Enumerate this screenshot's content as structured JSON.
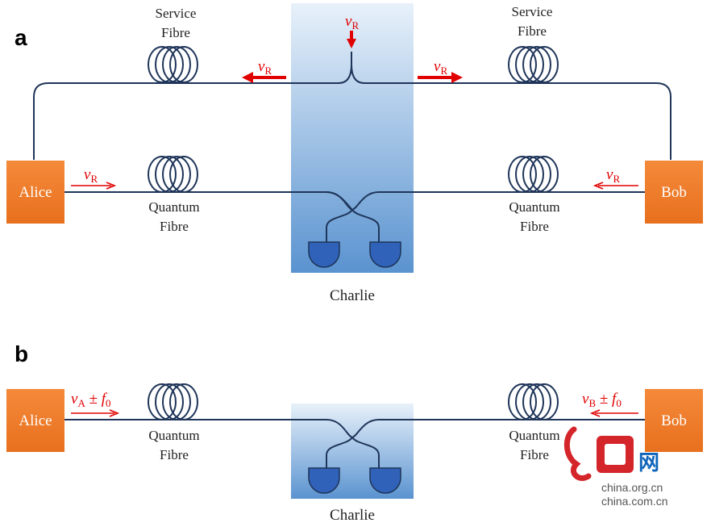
{
  "panel_a": {
    "label": "a",
    "service_fibre_left": [
      "Service",
      "Fibre"
    ],
    "service_fibre_right": [
      "Service",
      "Fibre"
    ],
    "quantum_fibre_left": [
      "Quantum",
      "Fibre"
    ],
    "quantum_fibre_right": [
      "Quantum",
      "Fibre"
    ],
    "alice": "Alice",
    "bob": "Bob",
    "charlie": "Charlie",
    "nu": "ν",
    "nu_sub": "R"
  },
  "panel_b": {
    "label": "b",
    "quantum_fibre_left": [
      "Quantum",
      "Fibre"
    ],
    "quantum_fibre_right": [
      "Quantum",
      "Fibre"
    ],
    "alice": "Alice",
    "bob": "Bob",
    "charlie": "Charlie",
    "alice_freq": {
      "nu": "ν",
      "sub": "A",
      "rest": " ± ",
      "f": "f",
      "fsub": "0"
    },
    "bob_freq": {
      "nu": "ν",
      "sub": "B",
      "rest": " ± ",
      "f": "f",
      "fsub": "0"
    }
  },
  "watermark": {
    "cn": "网",
    "domain1": "china.org.cn",
    "domain2": "china.com.cn"
  },
  "colors": {
    "fibre": "#1f3559",
    "party": "#f07b2a",
    "red": "#e00000",
    "charlie_blue": "#5b9bd5"
  }
}
